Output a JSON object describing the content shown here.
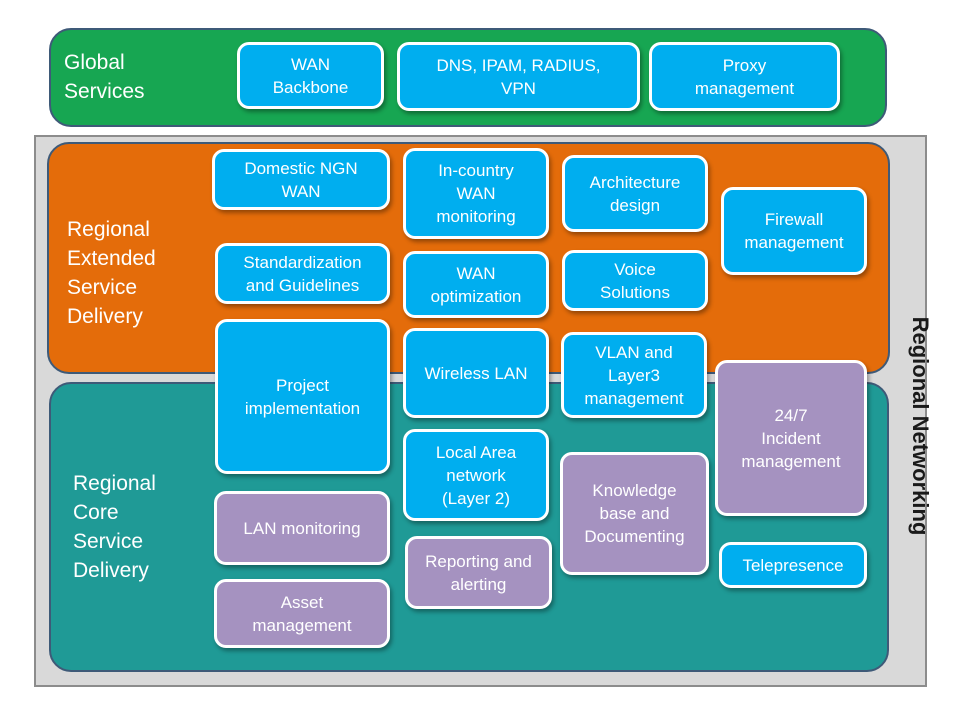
{
  "side_label": "Regional Networking",
  "bands": {
    "global": "Global\nServices",
    "extended": "Regional\nExtended\nService\nDelivery",
    "core": "Regional\nCore\nService\nDelivery"
  },
  "boxes": {
    "wan_backbone": "WAN\nBackbone",
    "dns_ipam": "DNS, IPAM, RADIUS,\nVPN",
    "proxy": "Proxy\nmanagement",
    "domestic_ngn": "Domestic NGN\nWAN",
    "in_country": "In-country\nWAN\nmonitoring",
    "architecture": "Architecture\ndesign",
    "firewall": "Firewall\nmanagement",
    "standardization": "Standardization\nand Guidelines",
    "wan_opt": "WAN\noptimization",
    "voice": "Voice\nSolutions",
    "project": "Project\nimplementation",
    "wireless": "Wireless LAN",
    "vlan": "VLAN and\nLayer3\nmanagement",
    "incident": "24/7\nIncident\nmanagement",
    "lan_area": "Local Area\nnetwork\n(Layer 2)",
    "knowledge": "Knowledge\nbase and\nDocumenting",
    "lan_monitoring": "LAN monitoring",
    "telepresence": "Telepresence",
    "reporting": "Reporting and\nalerting",
    "asset": "Asset\nmanagement"
  },
  "colors": {
    "global": "#17a652",
    "extended": "#e46c0a",
    "core": "#1f9a96",
    "blue_box": "#00aeef",
    "purple_box": "#a592c0"
  }
}
